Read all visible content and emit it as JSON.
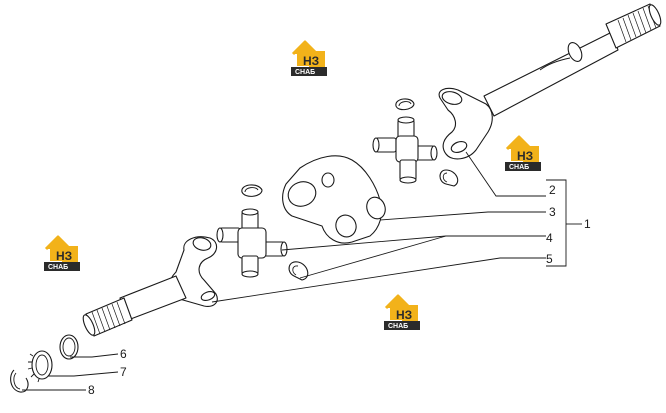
{
  "callouts": {
    "c1": "1",
    "c2": "2",
    "c3": "3",
    "c4": "4",
    "c5": "5",
    "c6": "6",
    "c7": "7",
    "c8": "8"
  },
  "logo": {
    "mark": "НЗ",
    "caption": "СНАБ",
    "gold": "#f2b21a",
    "dark": "#2b2b2b"
  }
}
